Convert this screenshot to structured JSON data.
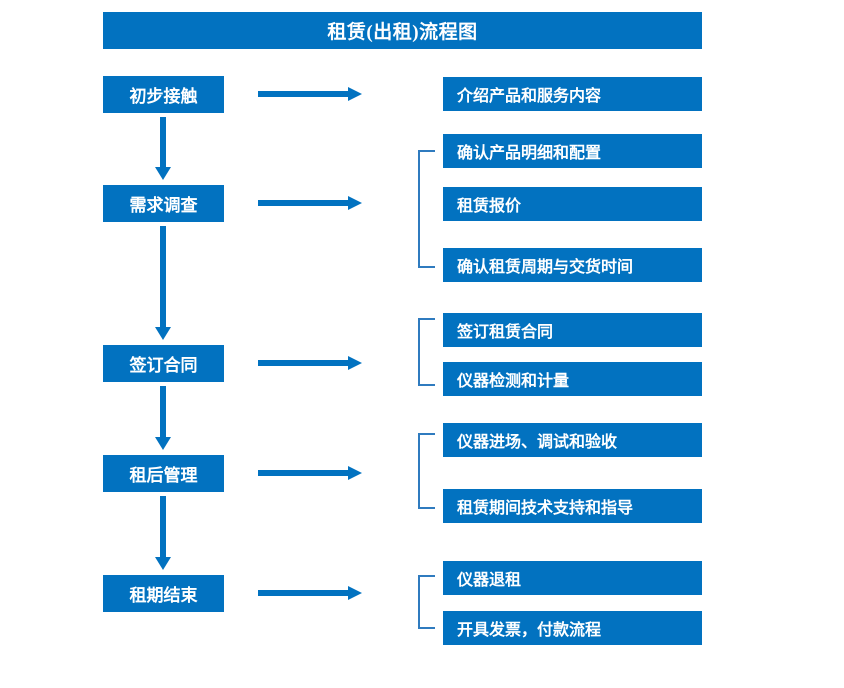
{
  "title": "租赁(出租)流程图",
  "accent_color": "#0272C0",
  "bracket_color": "#2F7BBF",
  "text_color": "#FFFFFF",
  "background_color": "#FFFFFF",
  "stages": [
    {
      "label": "初步接触"
    },
    {
      "label": "需求调查"
    },
    {
      "label": "签订合同"
    },
    {
      "label": "租后管理"
    },
    {
      "label": "租期结束"
    }
  ],
  "details": [
    {
      "label": "介绍产品和服务内容"
    },
    {
      "label": "确认产品明细和配置"
    },
    {
      "label": "租赁报价"
    },
    {
      "label": "确认租赁周期与交货时间"
    },
    {
      "label": "签订租赁合同"
    },
    {
      "label": "仪器检测和计量"
    },
    {
      "label": "仪器进场、调试和验收"
    },
    {
      "label": "租赁期间技术支持和指导"
    },
    {
      "label": "仪器退租"
    },
    {
      "label": "开具发票，付款流程"
    }
  ],
  "connectors": {
    "horizontal_arrow_icon": "arrow-right-icon",
    "vertical_arrow_icon": "arrow-down-icon",
    "bracket_icon": "group-bracket-icon",
    "horizontal_arrow_count": 5,
    "vertical_arrow_count": 4,
    "bracket_count": 4
  }
}
